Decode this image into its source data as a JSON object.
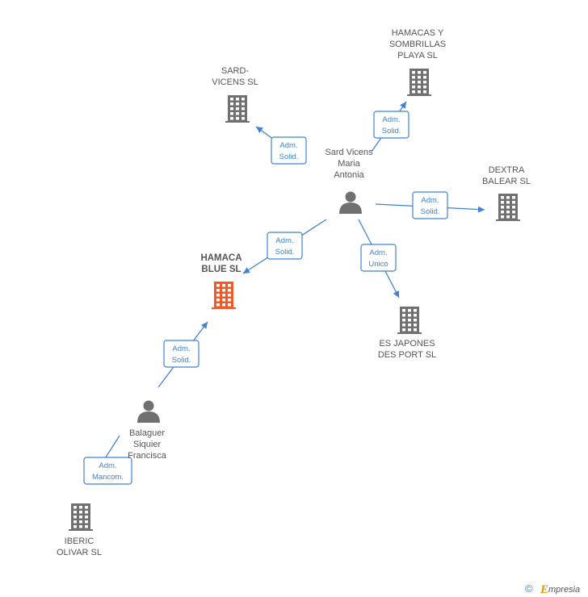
{
  "nodes": [
    {
      "id": "sard_vicens",
      "kind": "person",
      "lines": [
        "Sard Vicens",
        "Maria",
        "Antonia"
      ]
    },
    {
      "id": "balaguer",
      "kind": "person",
      "lines": [
        "Balaguer",
        "Siquier",
        "Francisca"
      ]
    },
    {
      "id": "hamaca_blue",
      "kind": "company",
      "main": true,
      "lines": [
        "HAMACA",
        "BLUE SL"
      ]
    },
    {
      "id": "sard_vicens_sl",
      "kind": "company",
      "lines": [
        "SARD-",
        "VICENS SL"
      ]
    },
    {
      "id": "hamacas_sombrillas",
      "kind": "company",
      "lines": [
        "HAMACAS Y",
        "SOMBRILLAS",
        "PLAYA SL"
      ]
    },
    {
      "id": "dextra_balear",
      "kind": "company",
      "lines": [
        "DEXTRA",
        "BALEAR SL"
      ]
    },
    {
      "id": "es_japones",
      "kind": "company",
      "lines": [
        "ES JAPONES",
        "DES PORT SL"
      ]
    },
    {
      "id": "iberic_olivar",
      "kind": "company",
      "lines": [
        "IBERIC",
        "OLIVAR  SL"
      ]
    }
  ],
  "edges": [
    {
      "from": "sard_vicens",
      "to": "sard_vicens_sl",
      "role": [
        "Adm.",
        "Solid."
      ]
    },
    {
      "from": "sard_vicens",
      "to": "hamacas_sombrillas",
      "role": [
        "Adm.",
        "Solid."
      ]
    },
    {
      "from": "sard_vicens",
      "to": "dextra_balear",
      "role": [
        "Adm.",
        "Solid."
      ]
    },
    {
      "from": "sard_vicens",
      "to": "hamaca_blue",
      "role": [
        "Adm.",
        "Solid."
      ]
    },
    {
      "from": "sard_vicens",
      "to": "es_japones",
      "role": [
        "Adm.",
        "Unico"
      ]
    },
    {
      "from": "balaguer",
      "to": "hamaca_blue",
      "role": [
        "Adm.",
        "Solid."
      ]
    },
    {
      "from": "balaguer",
      "to": "iberic_olivar",
      "role": [
        "Adm.",
        "Mancom."
      ]
    }
  ],
  "footer": {
    "copyright": "©",
    "brand_initial": "E",
    "brand_rest": "mpresia"
  }
}
